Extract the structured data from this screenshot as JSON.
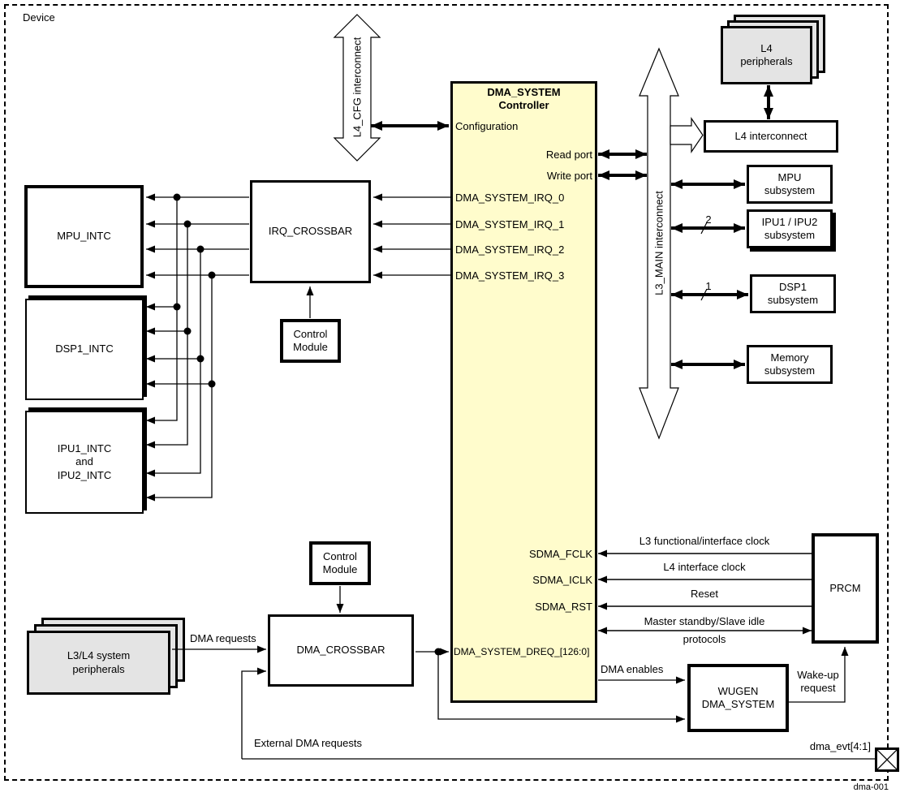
{
  "device": {
    "label": "Device",
    "figure_id": "dma-001"
  },
  "colors": {
    "controller_fill": "#FFFCCC",
    "peripheral_fill": "#E4E4E4",
    "line": "#000000",
    "background": "#FFFFFF"
  },
  "interconnects": {
    "l4_cfg": "L4_CFG interconnect",
    "l3_main": "L3_MAIN interconnect",
    "l4": "L4 interconnect"
  },
  "controller": {
    "title": "DMA_SYSTEM\nController",
    "configuration": "Configuration",
    "read_port": "Read port",
    "write_port": "Write port",
    "irq": [
      "DMA_SYSTEM_IRQ_0",
      "DMA_SYSTEM_IRQ_1",
      "DMA_SYSTEM_IRQ_2",
      "DMA_SYSTEM_IRQ_3"
    ],
    "dreq": "DMA_SYSTEM_DREQ_[126:0]",
    "fclk": "SDMA_FCLK",
    "iclk": "SDMA_ICLK",
    "rst": "SDMA_RST"
  },
  "peripherals": {
    "l4": "L4\nperipherals",
    "l3l4": "L3/L4 system\nperipherals"
  },
  "subsystems": {
    "mpu": "MPU\nsubsystem",
    "ipu": "IPU1 / IPU2\nsubsystem",
    "dsp1": "DSP1\nsubsystem",
    "memory": "Memory\nsubsystem",
    "ipu_port_count": "2",
    "dsp_port_count": "1"
  },
  "intc": {
    "mpu": "MPU_INTC",
    "dsp1": "DSP1_INTC",
    "ipu": "IPU1_INTC\nand\nIPU2_INTC"
  },
  "crossbars": {
    "irq": "IRQ_CROSSBAR",
    "dma": "DMA_CROSSBAR",
    "control_module": "Control\nModule"
  },
  "modules": {
    "wugen": "WUGEN\nDMA_SYSTEM",
    "prcm": "PRCM"
  },
  "signals": {
    "dma_requests": "DMA requests",
    "external_dma_requests": "External DMA requests",
    "dma_enables": "DMA enables",
    "wakeup_request": "Wake-up\nrequest",
    "l3_clock": "L3 functional/interface clock",
    "l4_clock": "L4 interface clock",
    "reset": "Reset",
    "standby_line1": "Master standby/Slave idle",
    "standby_line2": "protocols",
    "dma_evt": "dma_evt[4:1]"
  }
}
